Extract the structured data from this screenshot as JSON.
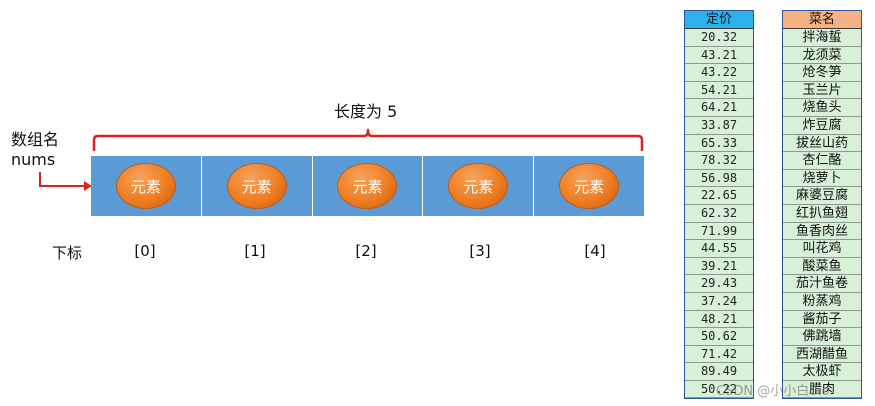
{
  "array": {
    "length_label": "长度为 5",
    "name_label": "数组名",
    "var_name": "nums",
    "index_caption": "下标",
    "elements": [
      "元素",
      "元素",
      "元素",
      "元素",
      "元素"
    ],
    "indices": [
      "[0]",
      "[1]",
      "[2]",
      "[3]",
      "[4]"
    ]
  },
  "table": {
    "price_header": "定价",
    "dish_header": "菜名",
    "prices": [
      "20.32",
      "43.21",
      "43.22",
      "54.21",
      "64.21",
      "33.87",
      "65.33",
      "78.32",
      "56.98",
      "22.65",
      "62.32",
      "71.99",
      "44.55",
      "39.21",
      "29.43",
      "37.24",
      "48.21",
      "50.62",
      "71.42",
      "89.49",
      "50.22"
    ],
    "dishes": [
      "拌海蜇",
      "龙须菜",
      "炝冬笋",
      "玉兰片",
      "烧鱼头",
      "炸豆腐",
      "拔丝山药",
      "杏仁酪",
      "烧萝卜",
      "麻婆豆腐",
      "红扒鱼翅",
      "鱼香肉丝",
      "叫花鸡",
      "酸菜鱼",
      "茄汁鱼卷",
      "粉蒸鸡",
      "酱茄子",
      "佛跳墙",
      "西湖醋鱼",
      "太极虾",
      "腊肉"
    ]
  },
  "watermark": "CSDN @小小白0.o",
  "colors": {
    "array_fill": "#5b9bd5",
    "element_fill": "#ed7d31",
    "brace": "#e02020",
    "pointer": "#e02020",
    "price_header": "#2eb0e8",
    "dish_header": "#f4b183",
    "row_fill": "#d8f0d8"
  }
}
